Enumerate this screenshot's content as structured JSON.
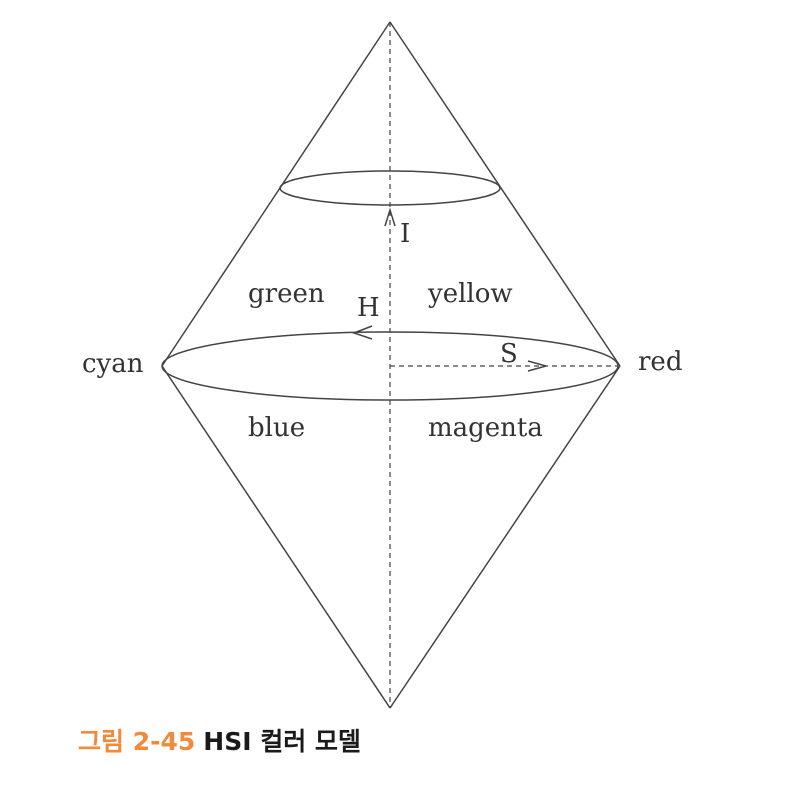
{
  "diagram": {
    "vertices": {
      "left": "cyan",
      "right": "red"
    },
    "regions": {
      "upper_left": "green",
      "upper_right": "yellow",
      "lower_left": "blue",
      "lower_right": "magenta"
    },
    "axes": {
      "intensity": "I",
      "hue": "H",
      "saturation": "S"
    }
  },
  "caption": {
    "label": "그림 2-45",
    "title": "HSI 컬러 모델"
  }
}
